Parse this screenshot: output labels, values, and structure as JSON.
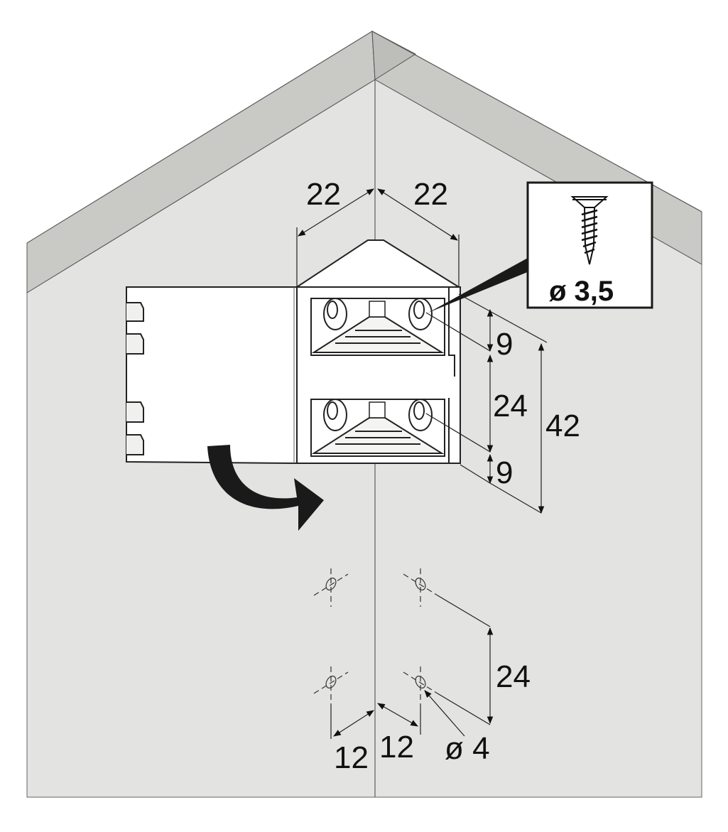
{
  "diagram": {
    "colors": {
      "wall": "#e3e3e1",
      "ceiling": "#c9c9c6",
      "bracket": "#ffffff",
      "line": "#222222",
      "arrow": "#1a1a1a"
    },
    "dimensions": {
      "top_left": "22",
      "top_right": "22",
      "right_upper": "9",
      "right_middle": "24",
      "right_lower": "9",
      "right_total": "42",
      "holes_vertical": "24",
      "holes_left": "12",
      "holes_right": "12",
      "hole_diameter": "ø 4"
    },
    "screw_callout": {
      "label": "ø 3,5",
      "icon": "countersunk-screw-icon"
    },
    "action_arrow": {
      "icon": "curved-arrow-icon"
    }
  }
}
